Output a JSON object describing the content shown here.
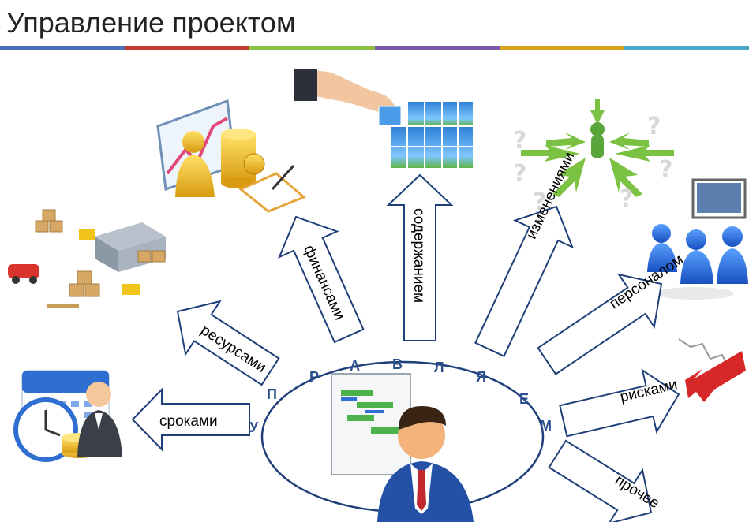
{
  "title": "Управление проектом",
  "stripe_colors": [
    "#4a6fb5",
    "#c0392b",
    "#8bbf3f",
    "#7b5aa6",
    "#d8a020",
    "#4aa3c8"
  ],
  "center_letters": [
    "У",
    "П",
    "Р",
    "А",
    "В",
    "Л",
    "Я",
    "Е",
    "М"
  ],
  "arrows": [
    {
      "label": "сроками"
    },
    {
      "label": "ресурсами"
    },
    {
      "label": "финансами"
    },
    {
      "label": "содержанием"
    },
    {
      "label": "изменениями"
    },
    {
      "label": "персоналом"
    },
    {
      "label": "рисками"
    },
    {
      "label": "прочее"
    }
  ],
  "illustrations": [
    {
      "name": "calendar-clock-icon"
    },
    {
      "name": "warehouse-logistics-icon"
    },
    {
      "name": "finance-chart-coins-icon"
    },
    {
      "name": "puzzle-hand-icon"
    },
    {
      "name": "change-arrows-icon"
    },
    {
      "name": "team-meeting-icon"
    },
    {
      "name": "risk-arrow-crack-icon"
    },
    {
      "name": "manager-gantt-icon"
    }
  ]
}
